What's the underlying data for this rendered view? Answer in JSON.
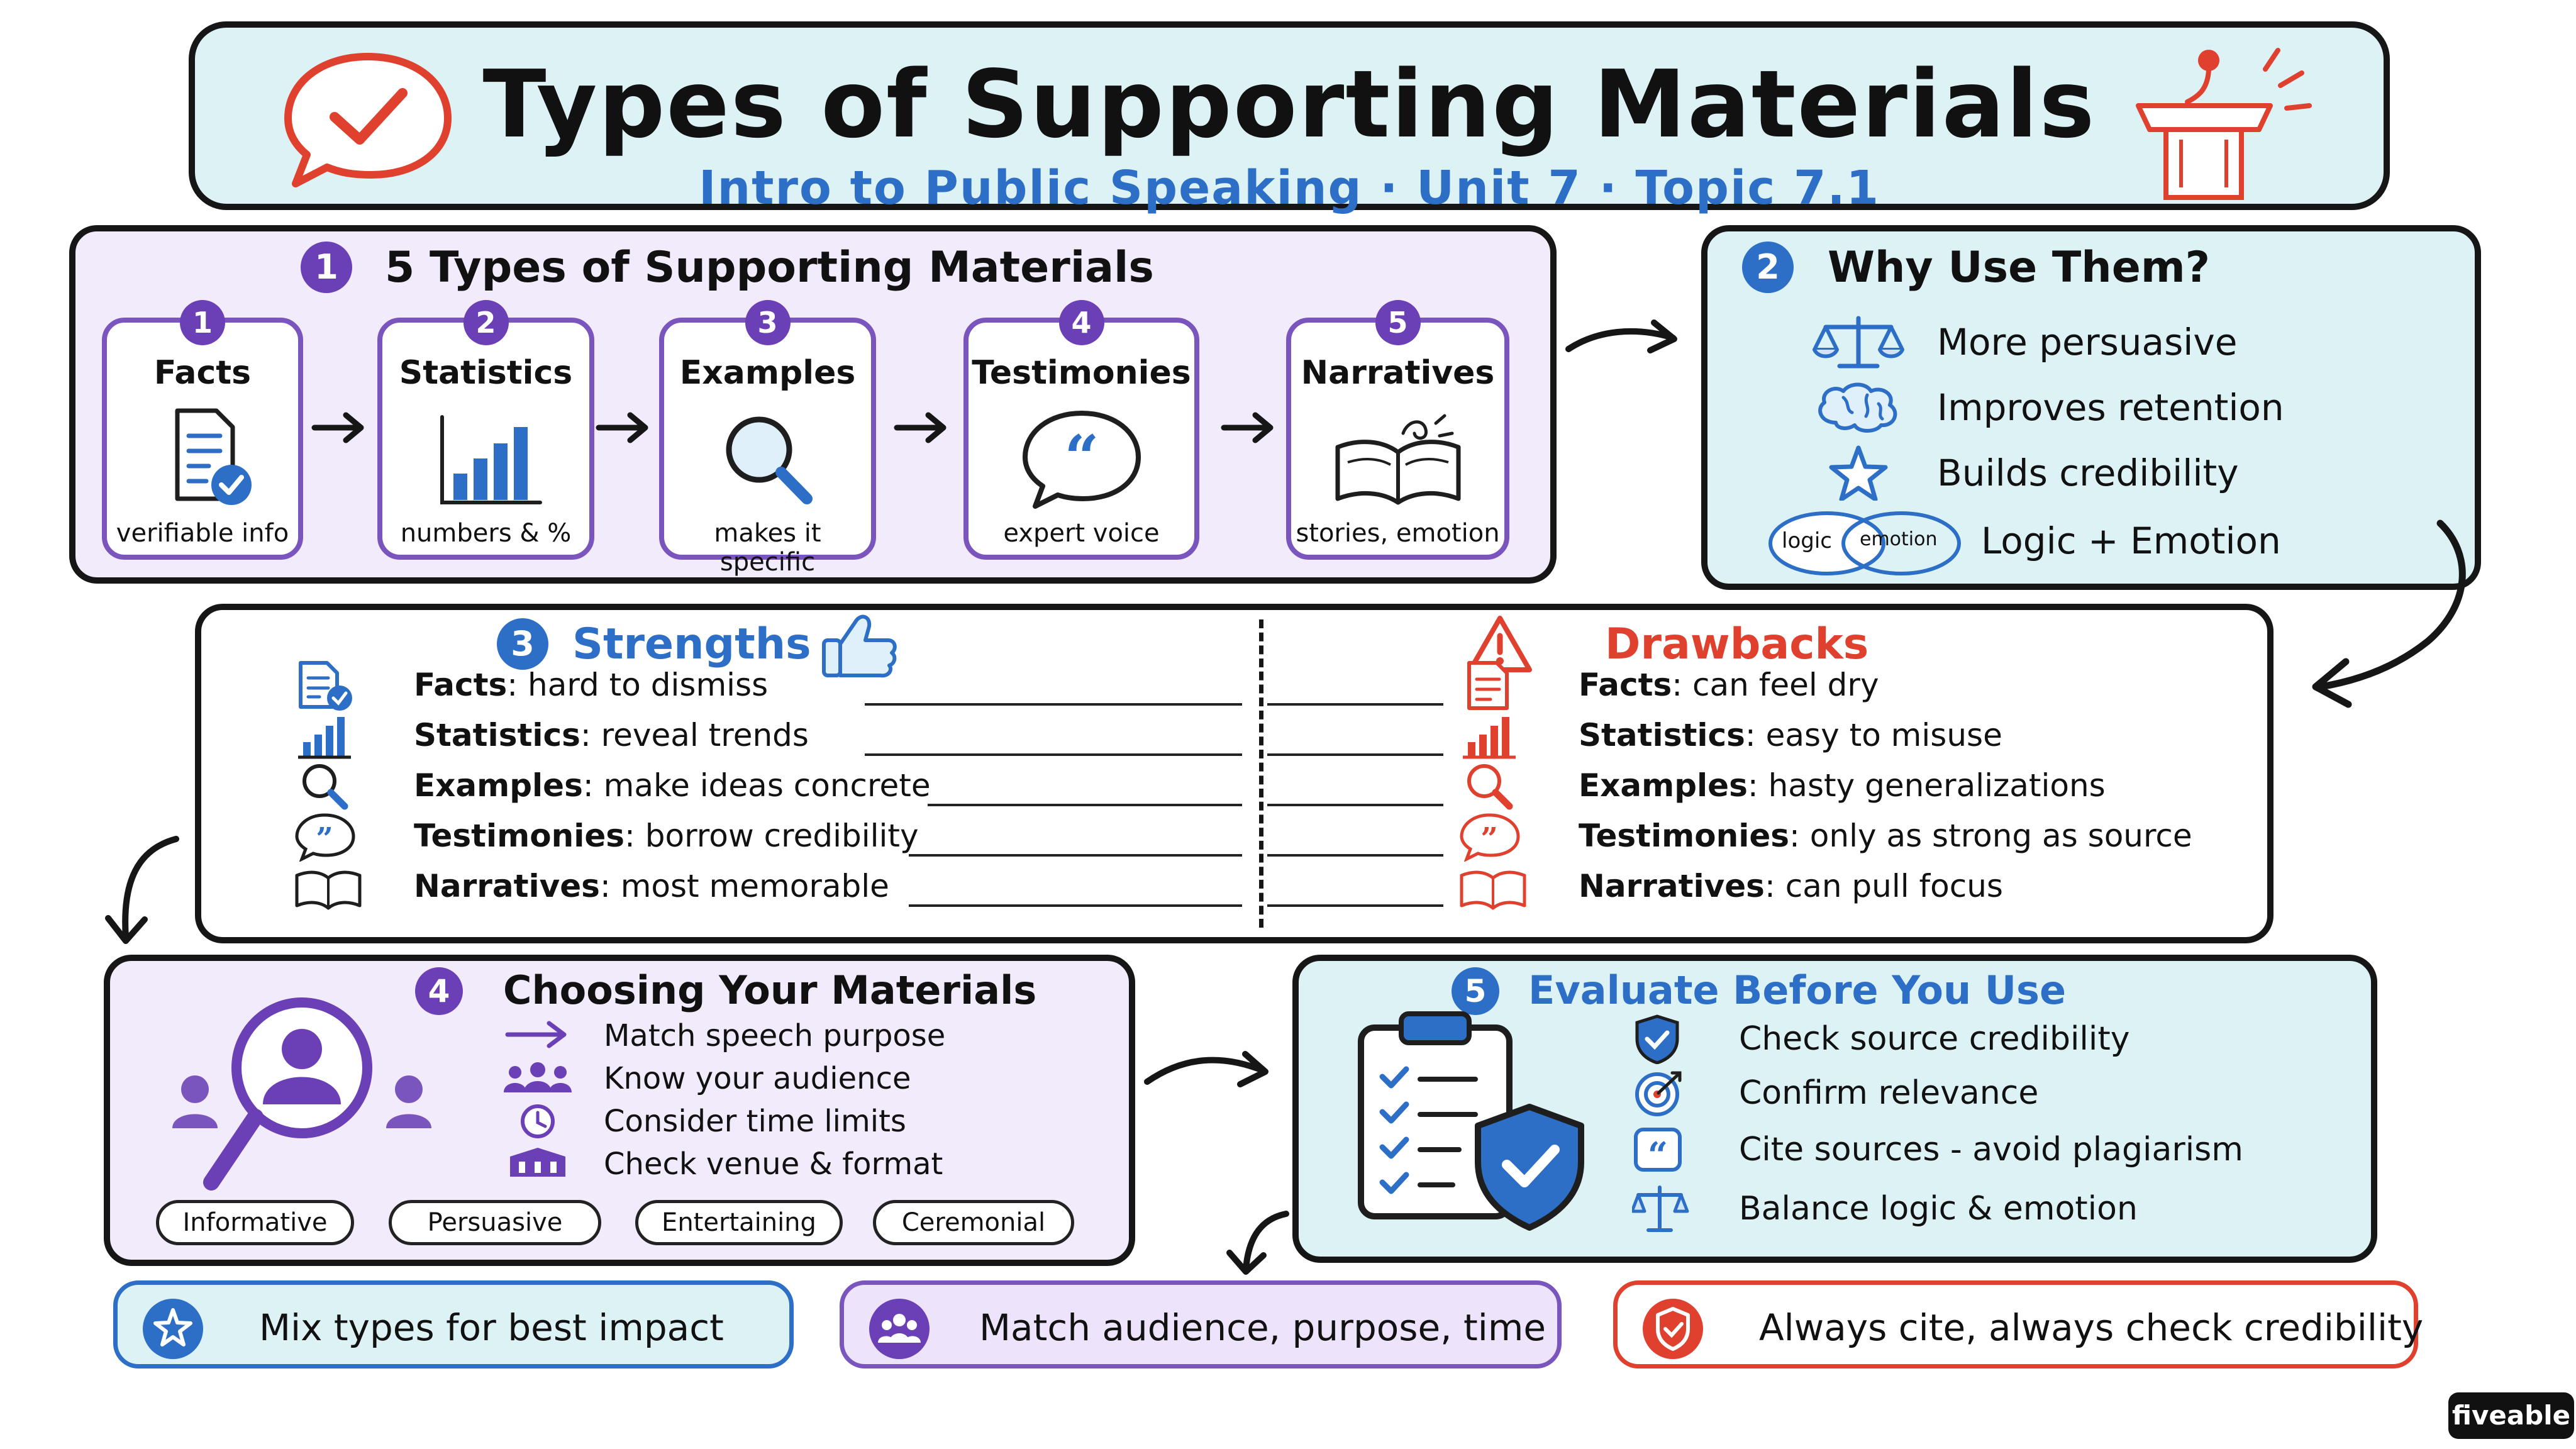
{
  "header": {
    "title": "Types of Supporting Materials",
    "subtitle": "Intro to Public Speaking · Unit 7 · Topic 7.1"
  },
  "types_section": {
    "number": "1",
    "title": "5 Types of Supporting Materials",
    "cards": [
      {
        "number": "1",
        "name": "Facts",
        "desc": "verifiable info",
        "icon": "document-check-icon"
      },
      {
        "number": "2",
        "name": "Statistics",
        "desc": "numbers & %",
        "icon": "bar-chart-icon"
      },
      {
        "number": "3",
        "name": "Examples",
        "desc": "makes it specific",
        "icon": "magnifier-icon"
      },
      {
        "number": "4",
        "name": "Testimonies",
        "desc": "expert voice",
        "icon": "quote-bubble-icon"
      },
      {
        "number": "5",
        "name": "Narratives",
        "desc": "stories, emotion",
        "icon": "open-book-icon"
      }
    ]
  },
  "why_section": {
    "number": "2",
    "title": "Why Use Them?",
    "items": [
      {
        "text": "More persuasive",
        "icon": "scales-icon"
      },
      {
        "text": "Improves retention",
        "icon": "brain-icon"
      },
      {
        "text": "Builds credibility",
        "icon": "star-icon"
      },
      {
        "text": "Logic + Emotion",
        "icon": "logic-emotion-icon"
      }
    ],
    "venn_labels": {
      "left": "logic",
      "right": "emotion"
    }
  },
  "strengths_section": {
    "number": "3",
    "strengths_title": "Strengths",
    "drawbacks_title": "Drawbacks",
    "strengths": [
      {
        "label": "Facts",
        "text": "hard to dismiss"
      },
      {
        "label": "Statistics",
        "text": "reveal trends"
      },
      {
        "label": "Examples",
        "text": "make ideas concrete"
      },
      {
        "label": "Testimonies",
        "text": "borrow credibility"
      },
      {
        "label": "Narratives",
        "text": "most memorable"
      }
    ],
    "drawbacks": [
      {
        "label": "Facts",
        "text": "can feel dry"
      },
      {
        "label": "Statistics",
        "text": "easy to misuse"
      },
      {
        "label": "Examples",
        "text": "hasty generalizations"
      },
      {
        "label": "Testimonies",
        "text": "only as strong as source"
      },
      {
        "label": "Narratives",
        "text": "can pull focus"
      }
    ]
  },
  "choosing_section": {
    "number": "4",
    "title": "Choosing Your Materials",
    "items": [
      {
        "text": "Match speech purpose",
        "icon": "arrow-right-icon"
      },
      {
        "text": "Know your audience",
        "icon": "audience-icon"
      },
      {
        "text": "Consider time limits",
        "icon": "clock-icon"
      },
      {
        "text": "Check venue & format",
        "icon": "venue-icon"
      }
    ],
    "speech_types": [
      "Informative",
      "Persuasive",
      "Entertaining",
      "Ceremonial"
    ]
  },
  "evaluate_section": {
    "number": "5",
    "title": "Evaluate Before You Use",
    "items": [
      {
        "text": "Check source credibility",
        "icon": "shield-check-icon"
      },
      {
        "text": "Confirm relevance",
        "icon": "target-icon"
      },
      {
        "text": "Cite sources - avoid plagiarism",
        "icon": "quote-icon"
      },
      {
        "text": "Balance logic & emotion",
        "icon": "scales-icon"
      }
    ]
  },
  "footer": {
    "pills": [
      {
        "text": "Mix types for best impact",
        "icon": "star-icon",
        "color": "#2d6fc7"
      },
      {
        "text": "Match audience, purpose, time",
        "icon": "group-icon",
        "color": "#6b3fb5"
      },
      {
        "text": "Always cite, always check credibility",
        "icon": "shield-check-icon",
        "color": "#e0412f"
      }
    ]
  },
  "brand": "fiveable",
  "colors": {
    "purple": "#6b3fb5",
    "blue": "#2d6fc7",
    "red": "#e0412f",
    "lavender_bg": "#f1ebfb",
    "cyan_bg": "#dcf2f5"
  }
}
